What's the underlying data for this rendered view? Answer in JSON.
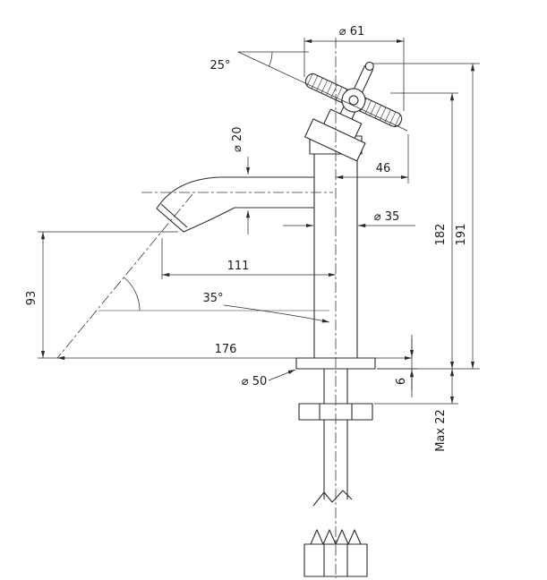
{
  "drawing": {
    "labels": {
      "handle_diameter": "⌀ 61",
      "handle_angle": "25°",
      "spout_diameter": "⌀ 20",
      "handle_offset": "46",
      "body_diameter": "⌀ 35",
      "spout_reach": "111",
      "spout_angle": "35°",
      "outlet_height": "93",
      "total_reach": "176",
      "base_diameter": "⌀ 50",
      "base_thickness": "6",
      "body_height": "182",
      "total_height": "191",
      "max_mounting": "Max 22"
    }
  }
}
